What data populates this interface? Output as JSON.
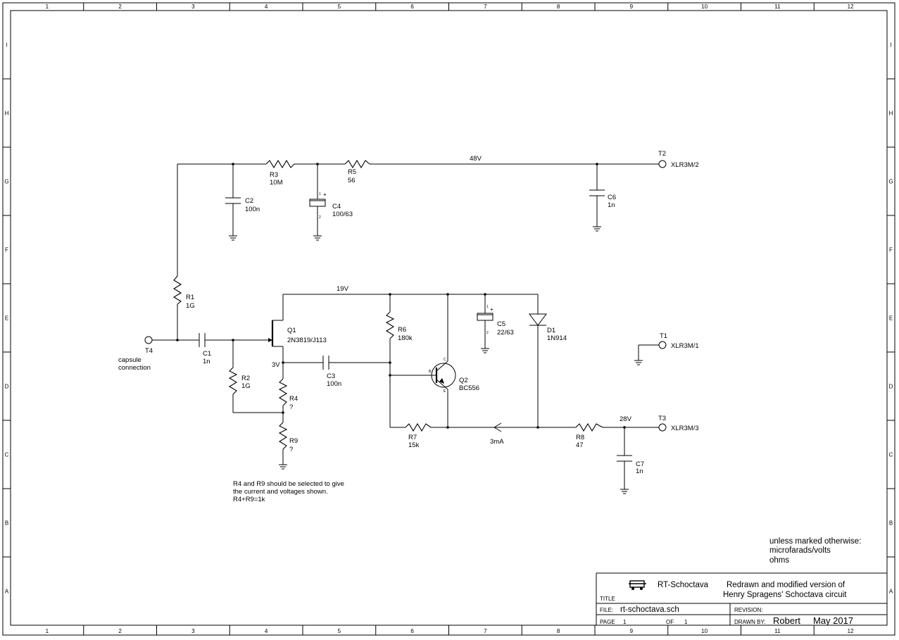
{
  "border": {
    "columns": [
      "1",
      "2",
      "3",
      "4",
      "5",
      "6",
      "7",
      "8",
      "9",
      "10",
      "11",
      "12"
    ],
    "rows": [
      "I",
      "H",
      "G",
      "F",
      "E",
      "D",
      "C",
      "B",
      "A"
    ]
  },
  "components": {
    "R1": {
      "ref": "R1",
      "value": "1G"
    },
    "R2": {
      "ref": "R2",
      "value": "1G"
    },
    "R3": {
      "ref": "R3",
      "value": "10M"
    },
    "R4": {
      "ref": "R4",
      "value": "?"
    },
    "R5": {
      "ref": "R5",
      "value": "56"
    },
    "R6": {
      "ref": "R6",
      "value": "180k"
    },
    "R7": {
      "ref": "R7",
      "value": "15k"
    },
    "R8": {
      "ref": "R8",
      "value": "47"
    },
    "R9": {
      "ref": "R9",
      "value": "?"
    },
    "C1": {
      "ref": "C1",
      "value": "1n"
    },
    "C2": {
      "ref": "C2",
      "value": "100n"
    },
    "C3": {
      "ref": "C3",
      "value": "100n"
    },
    "C4": {
      "ref": "C4",
      "value": "100/63",
      "pin_plus": "1",
      "pin_minus": "2"
    },
    "C5": {
      "ref": "C5",
      "value": "22/63",
      "pin_plus": "1",
      "pin_minus": "2"
    },
    "C6": {
      "ref": "C6",
      "value": "1n"
    },
    "C7": {
      "ref": "C7",
      "value": "1n"
    },
    "Q1": {
      "ref": "Q1",
      "value": "2N3819/J113"
    },
    "Q2": {
      "ref": "Q2",
      "value": "BC556",
      "pin_b": "B",
      "pin_c": "C",
      "pin_e": "E"
    },
    "D1": {
      "ref": "D1",
      "value": "1N914"
    },
    "T1": {
      "ref": "T1",
      "value": "XLR3M/1"
    },
    "T2": {
      "ref": "T2",
      "value": "XLR3M/2"
    },
    "T3": {
      "ref": "T3",
      "value": "XLR3M/3"
    },
    "T4": {
      "ref": "T4",
      "value": ""
    }
  },
  "capsule_label": [
    "capsule",
    "connection"
  ],
  "plus_sign": "+",
  "voltages": {
    "v48": "48V",
    "v19": "19V",
    "v3": "3V",
    "v28": "28V",
    "i3ma": "3mA"
  },
  "notes": {
    "resistors": [
      "R4 and R9 should be selected to give",
      "the current and voltages shown.",
      "R4+R9=1k"
    ],
    "units": [
      "unless marked otherwise:",
      "microfarads/volts",
      "ohms"
    ]
  },
  "title_block": {
    "logo_text": "RT-Schoctava",
    "title_label": "TITLE",
    "description": [
      "Redrawn and modified version of",
      "Henry Spragens' Schoctava circuit"
    ],
    "file_label": "FILE:",
    "file_value": "rt-schoctava.sch",
    "revision_label": "REVISION:",
    "page_label": "PAGE",
    "page_value": "1",
    "of_label": "OF",
    "of_value": "1",
    "drawn_by_label": "DRAWN BY:",
    "drawn_by_value": "Robert",
    "date_value": "May 2017"
  }
}
